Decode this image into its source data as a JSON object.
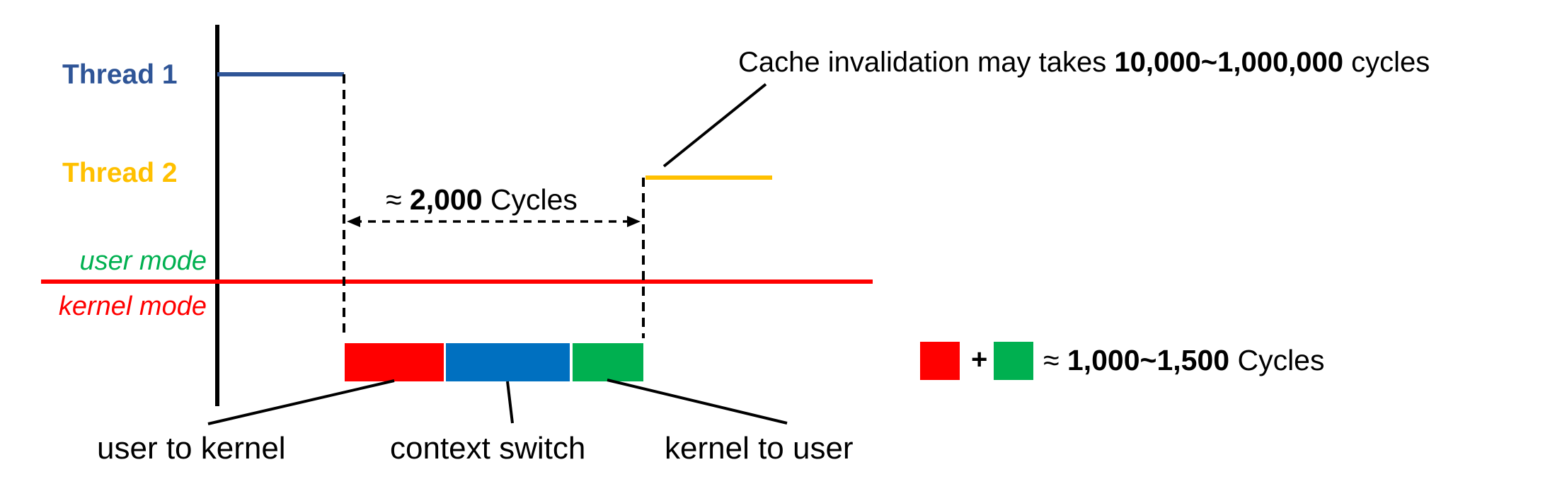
{
  "colors": {
    "thread1": "#2F5597",
    "thread2": "#FFC000",
    "user_mode": "#00B050",
    "kernel_mode": "#FF0000",
    "user_to_kernel": "#FF0000",
    "context_switch": "#0070C0",
    "kernel_to_user": "#00B050",
    "ink": "#000000"
  },
  "labels": {
    "thread1": "Thread 1",
    "thread2": "Thread 2",
    "user_mode": "user mode",
    "kernel_mode": "kernel mode"
  },
  "interval": {
    "prefix": "≈ ",
    "value": "2,000",
    "suffix": " Cycles"
  },
  "cache_note": {
    "prefix": "Cache invalidation may takes ",
    "value": "10,000~1,000,000",
    "suffix": " cycles"
  },
  "segments": [
    {
      "name": "user to kernel",
      "label": "user to kernel"
    },
    {
      "name": "context switch",
      "label": "context switch"
    },
    {
      "name": "kernel to user",
      "label": "kernel to user"
    }
  ],
  "legend": {
    "plus": "+",
    "prefix": "≈ ",
    "value": "1,000~1,500",
    "suffix": " Cycles"
  }
}
